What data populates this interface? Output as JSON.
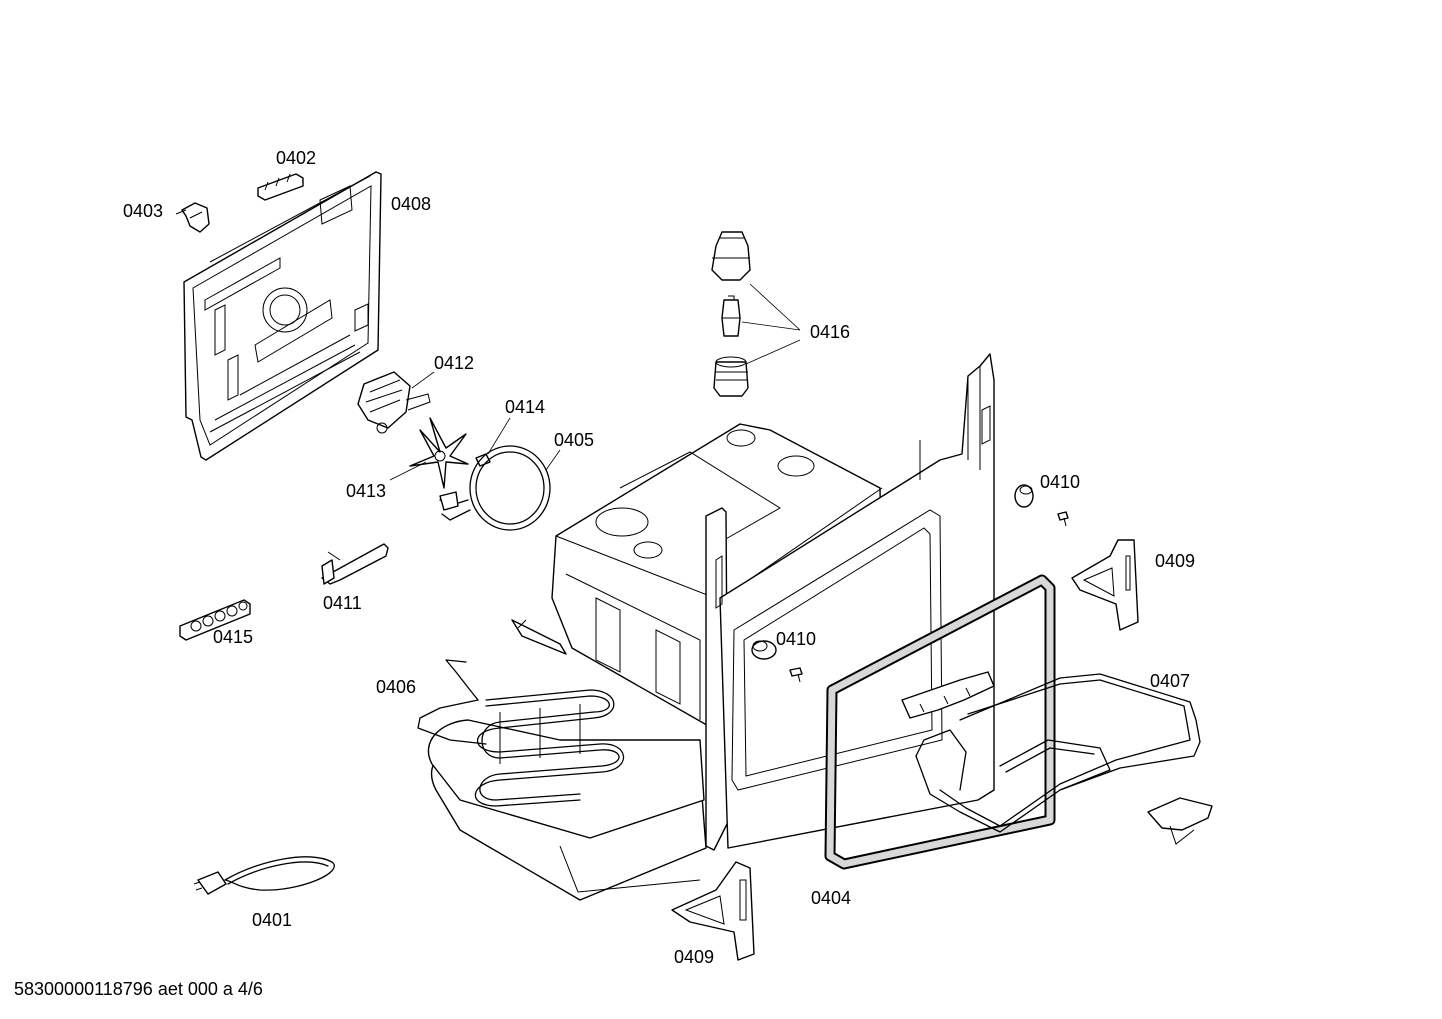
{
  "labels": {
    "l0401": "0401",
    "l0402": "0402",
    "l0403": "0403",
    "l0404": "0404",
    "l0405": "0405",
    "l0406": "0406",
    "l0407": "0407",
    "l0408": "0408",
    "l0409a": "0409",
    "l0409b": "0409",
    "l0410a": "0410",
    "l0410b": "0410",
    "l0411": "0411",
    "l0412": "0412",
    "l0413": "0413",
    "l0414": "0414",
    "l0415": "0415",
    "l0416": "0416"
  },
  "footer": "58300000118796 aet 000 a 4/6"
}
